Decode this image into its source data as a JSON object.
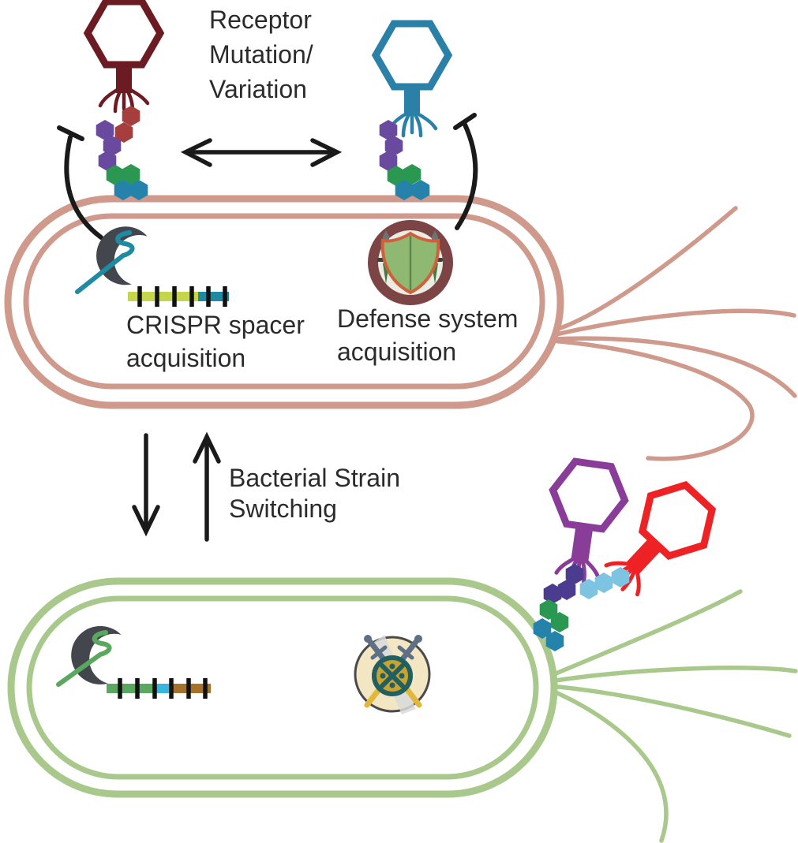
{
  "diagram": {
    "labels": {
      "receptor_mutation": {
        "line1": "Receptor",
        "line2": "Mutation/",
        "line3": "Variation"
      },
      "crispr": {
        "line1": "CRISPR spacer",
        "line2": "acquisition"
      },
      "defense": {
        "line1": "Defense system",
        "line2": "acquisition"
      },
      "switching": {
        "line1": "Bacterial Strain",
        "line2": "Switching"
      }
    },
    "icons": {
      "cas_protein": "crescent-protein-blob",
      "crispr_array": "striped-repeat-spacer-bar",
      "defense_system": "shield-with-swords-icon",
      "defense_disabled": "crossed-swords-buckler-icon",
      "phage": "hexagon-head-phage-icon",
      "inhibition": "t-bar-arrow",
      "exchange": "double-headed-arrow"
    },
    "colors": {
      "phage_maroon": "#6c1b22",
      "phage_teal": "#2b80a8",
      "phage_purple": "#8a3c99",
      "phage_red": "#ee2224",
      "bacterium_pink": "#cf998c",
      "bacterium_green": "#a9c88b",
      "hex_red": "#a63e3e",
      "hex_purple": "#6a4a9e",
      "hex_green": "#2a9851",
      "hex_teal": "#2583ab",
      "hex_indigo": "#4b3c90",
      "hex_sky": "#7cc4e2",
      "crispr_leader_yellow": "#c6d64b",
      "crispr_spacer_teal": "#1f8ba3",
      "crispr_green": "#5aa85f",
      "crispr_cyan": "#38b6dd",
      "crispr_brown": "#a5722e",
      "crispr_repeat_black": "#111111",
      "cas_gray": "#43474d",
      "defense_ring": "#7c4444",
      "defense_inner": "#eaece1",
      "shield_green": "#8fb873",
      "shield_border": "#d0603c",
      "sword_gray": "#6d7370",
      "sword_guard": "#3a3f3e",
      "sword_green": "#3e7a42",
      "disabled_cream": "#f3e7c3",
      "disabled_slate": "#5d7085",
      "disabled_gold": "#e2b73d",
      "buckler_teal": "#215f61",
      "buckler_gold": "#c9a32f",
      "arrow_black": "#1a1a1a",
      "text": "#2b2b2b"
    }
  }
}
